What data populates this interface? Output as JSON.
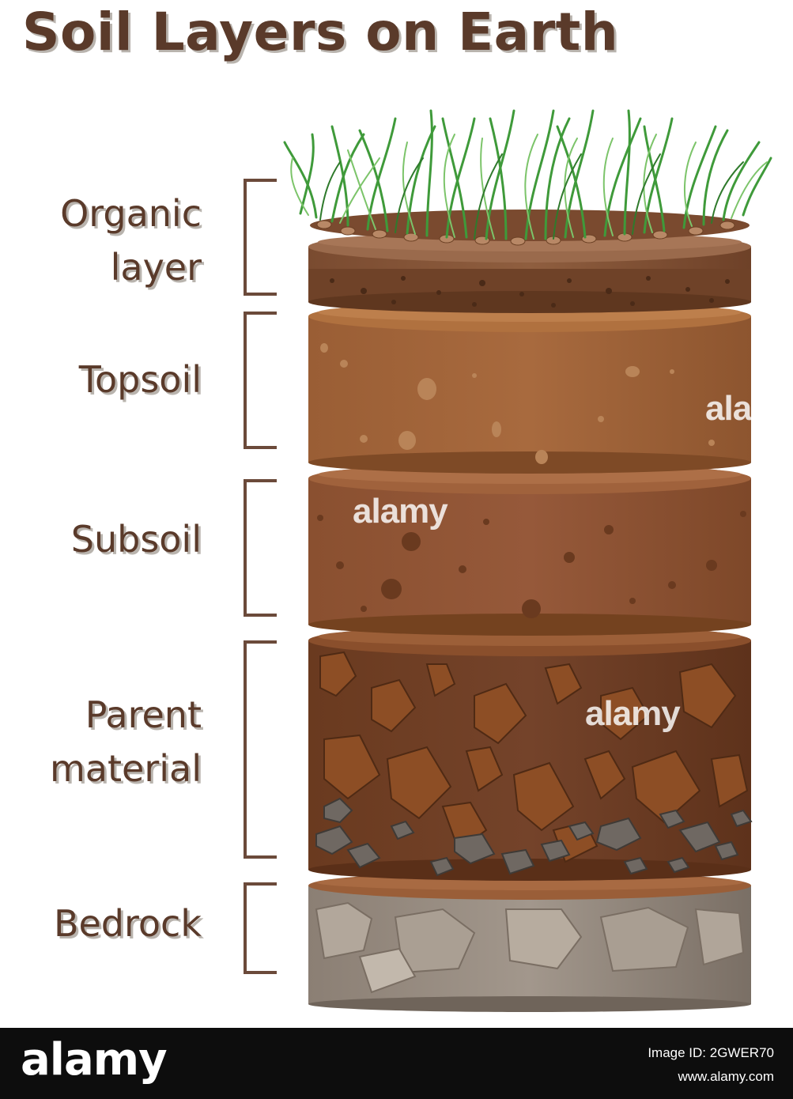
{
  "title": "Soil Layers on Earth",
  "layers": [
    {
      "lines": [
        "Organic",
        "layer"
      ],
      "color": "#8a5a3c"
    },
    {
      "lines": [
        "Topsoil"
      ],
      "color": "#9c6238"
    },
    {
      "lines": [
        "Subsoil"
      ],
      "color": "#8f5532"
    },
    {
      "lines": [
        "Parent",
        "material"
      ],
      "color": "#6e3e22"
    },
    {
      "lines": [
        "Bedrock"
      ],
      "color": "#7d7268"
    }
  ],
  "watermark": "alamy",
  "footer": {
    "logo": "alamy",
    "image_id": "Image ID: 2GWER70",
    "site": "www.alamy.com"
  },
  "colors": {
    "text": "#5a3a2a",
    "bracket": "#6b4a3a",
    "grass": "#3f9a3a"
  }
}
